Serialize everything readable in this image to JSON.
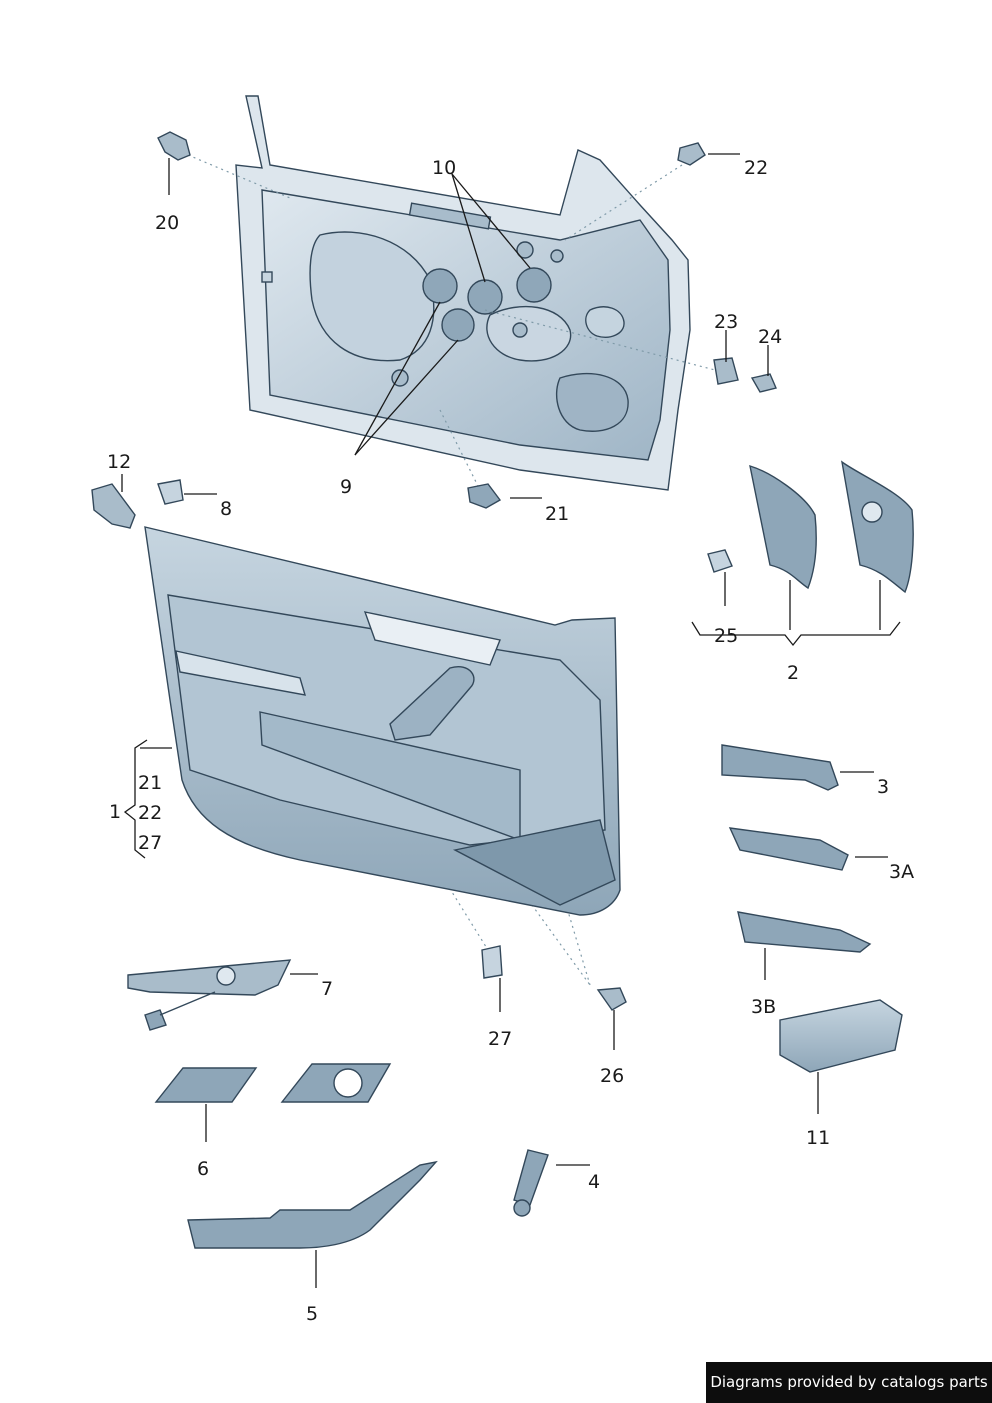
{
  "callouts": {
    "c1": "1",
    "c2": "2",
    "c3": "3",
    "c3a": "3A",
    "c3b": "3B",
    "c4": "4",
    "c5": "5",
    "c6": "6",
    "c7": "7",
    "c8": "8",
    "c9": "9",
    "c10": "10",
    "c11": "11",
    "c12": "12",
    "c20": "20",
    "c21a": "21",
    "c21b": "21",
    "c22a": "22",
    "c22b": "22",
    "c23": "23",
    "c24": "24",
    "c25": "25",
    "c26": "26",
    "c27a": "27",
    "c27b": "27"
  },
  "footer": "Diagrams provided by catalogs parts",
  "colors": {
    "part_fill": "#b7c8d6",
    "part_dark": "#8fa7b9",
    "line": "#33485a",
    "footer_bg": "#0d0d0d"
  }
}
